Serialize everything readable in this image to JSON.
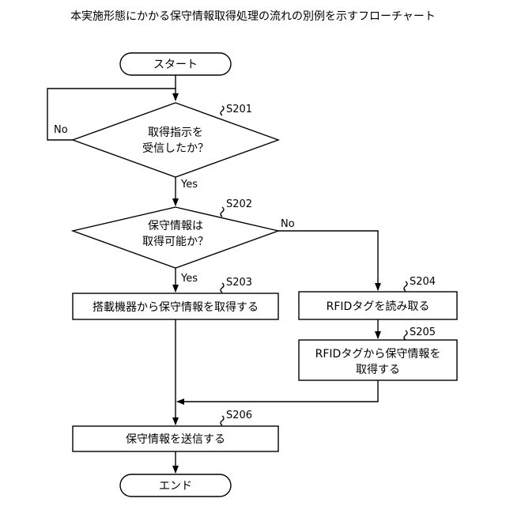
{
  "title": "本実施形態にかかる保守情報取得処理の流れの別例を示すフローチャート",
  "nodes": {
    "start": {
      "lines": [
        "スタート"
      ]
    },
    "s201": {
      "step": "S201",
      "lines": [
        "取得指示を",
        "受信したか？"
      ]
    },
    "s202": {
      "step": "S202",
      "lines": [
        "保守情報は",
        "取得可能か？"
      ]
    },
    "s203": {
      "step": "S203",
      "lines": [
        "搭載機器から保守情報を取得する"
      ]
    },
    "s204": {
      "step": "S204",
      "lines": [
        "RFIDタグを読み取る"
      ]
    },
    "s205": {
      "step": "S205",
      "lines": [
        "RFIDタグから保守情報を",
        "取得する"
      ]
    },
    "s206": {
      "step": "S206",
      "lines": [
        "保守情報を送信する"
      ]
    },
    "end": {
      "lines": [
        "エンド"
      ]
    }
  },
  "branches": {
    "s201_no": "No",
    "s201_yes": "Yes",
    "s202_no": "No",
    "s202_yes": "Yes"
  }
}
